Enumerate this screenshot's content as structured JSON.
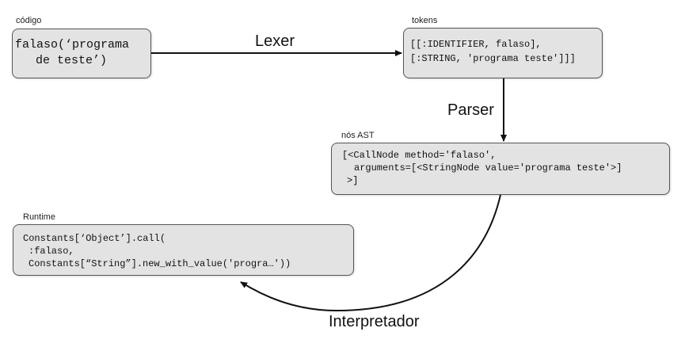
{
  "nodes": {
    "code": {
      "caption": "código",
      "lines": [
        "falaso(‘programa",
        "de teste’)"
      ]
    },
    "tokens": {
      "caption": "tokens",
      "lines": [
        "[[:IDENTIFIER, falaso],",
        "[:STRING, 'programa teste']]]"
      ]
    },
    "ast": {
      "caption": "nós AST",
      "lines": [
        "[<CallNode method='falaso',",
        "arguments=[<StringNode value='programa teste'>]",
        ">]"
      ]
    },
    "runtime": {
      "caption": "Runtime",
      "lines": [
        "Constants[‘Object’].call(",
        ":falaso,",
        "Constants[“String”].new_with_value('progra…'))"
      ]
    }
  },
  "edges": {
    "lexer": "Lexer",
    "parser": "Parser",
    "interpreter": "Interpretador"
  }
}
